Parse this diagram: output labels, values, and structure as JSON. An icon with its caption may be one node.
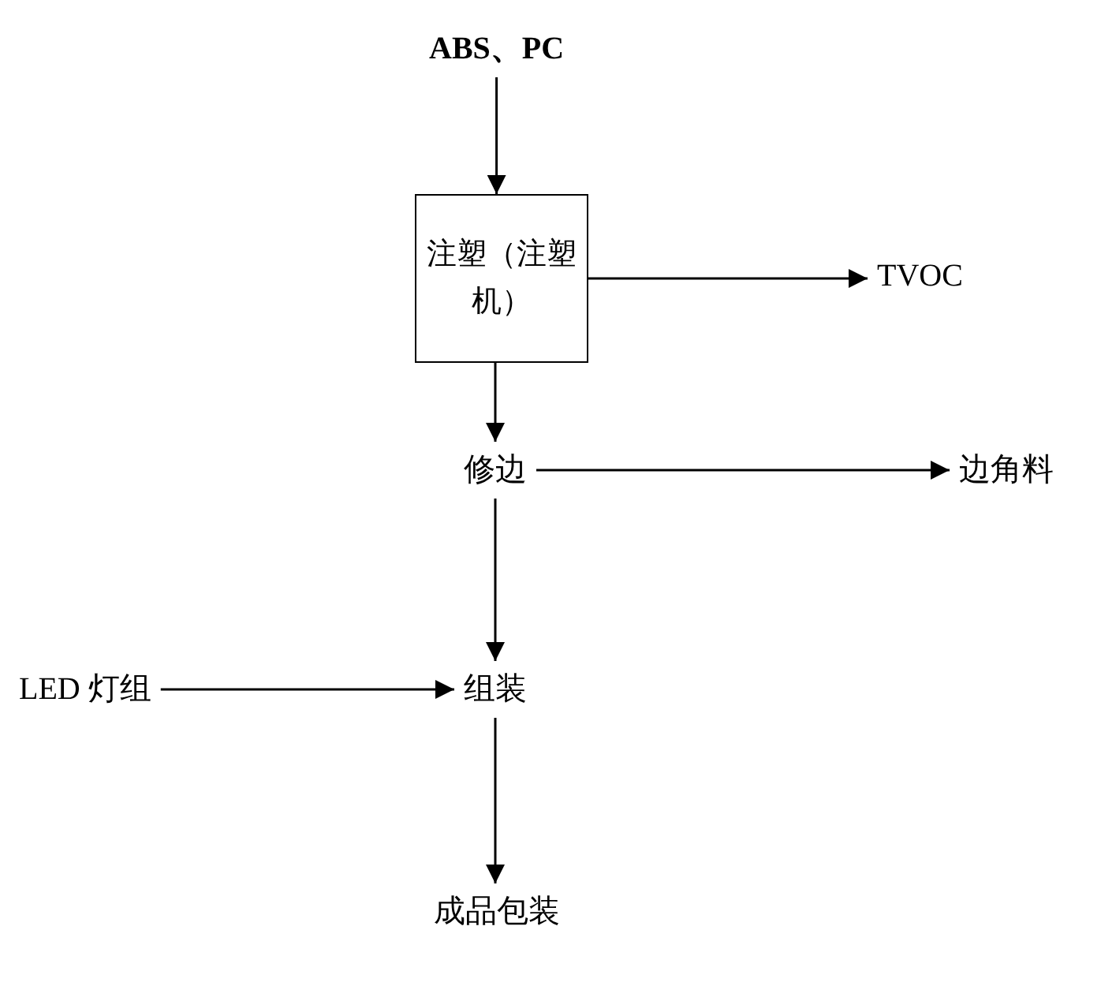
{
  "diagram": {
    "nodes": [
      {
        "text": [
          "ABS、PC"
        ]
      },
      {
        "text": [
          "注塑（注塑机）"
        ]
      },
      {
        "text": [
          "TVOC"
        ]
      },
      {
        "text": [
          "修边"
        ]
      },
      {
        "text": [
          "边角料"
        ]
      },
      {
        "text": [
          "LED 灯组"
        ]
      },
      {
        "text": [
          "组装"
        ]
      },
      {
        "text": [
          "成品包装"
        ]
      }
    ],
    "edges": [
      {
        "from": 0,
        "to": 1,
        "arrow": "to"
      },
      {
        "from": 1,
        "to": 2,
        "arrow": "to"
      },
      {
        "from": 1,
        "to": 3,
        "arrow": "to"
      },
      {
        "from": 3,
        "to": 4,
        "arrow": "to"
      },
      {
        "from": 3,
        "to": 6,
        "arrow": "to"
      },
      {
        "from": 5,
        "to": 6,
        "arrow": "to"
      },
      {
        "from": 6,
        "to": 7,
        "arrow": "to"
      }
    ]
  }
}
